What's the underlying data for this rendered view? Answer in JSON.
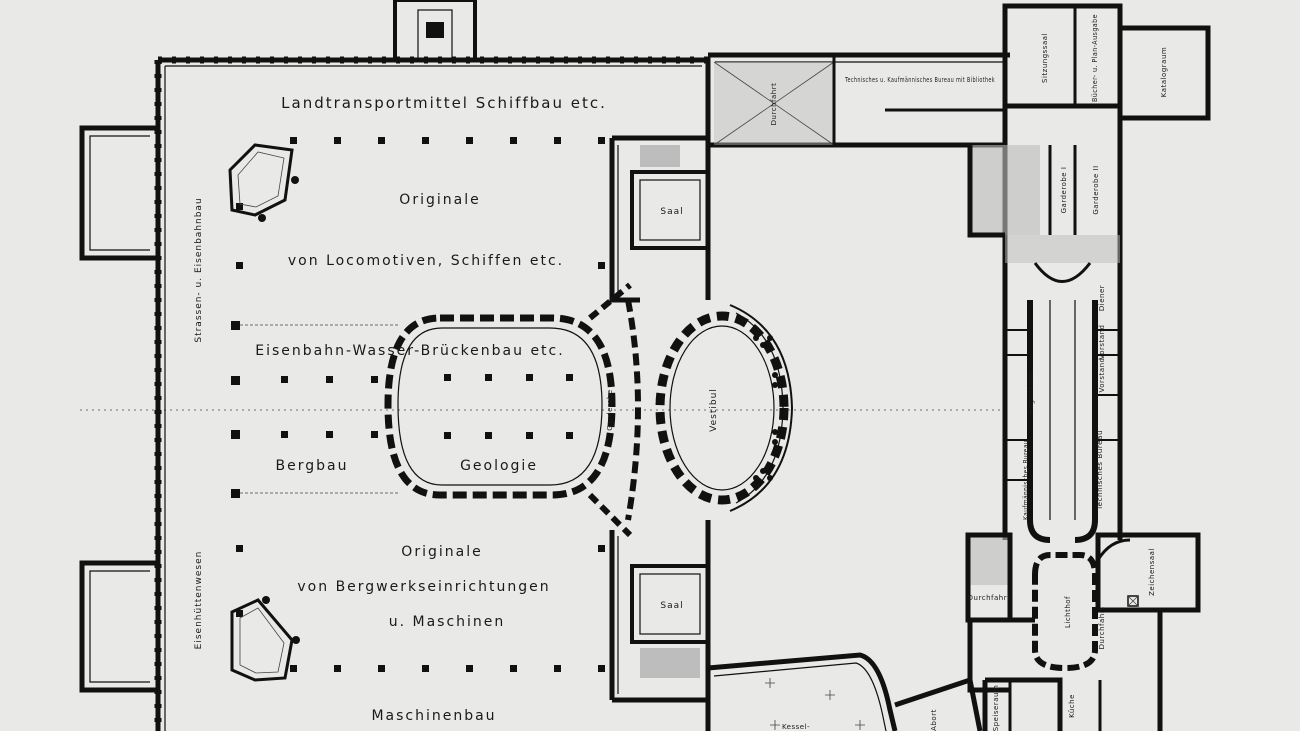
{
  "labels": {
    "landtransport": "Landtransportmittel Schiffbau etc.",
    "originale1": "Originale",
    "locomotiven": "von Locomotiven, Schiffen etc.",
    "eisenbahn": "Eisenbahn-Wasser-Brückenbau etc.",
    "bergbau": "Bergbau",
    "geologie": "Geologie",
    "originale2": "Originale",
    "bergwerk": "von Bergwerkseinrichtungen",
    "maschinen": "u. Maschinen",
    "maschinenbau": "Maschinenbau",
    "strassen": "Strassen- u. Eisenbahnbau",
    "eisenhuetten": "Eisenhüttenwesen",
    "saal1": "Saal",
    "saal2": "Saal",
    "garderobe": "Garderobe",
    "vestibul": "Vestibul",
    "durchfahrt": "Durchfahrt",
    "technisches_buero": "Technisches u. Kaufmännisches Bureau mit Bibliothek",
    "sitzungssaal": "Sitzungssaal",
    "buecher": "Bücher- u. Plan-Ausgabe",
    "katalograum": "Katalograum",
    "garderobe1": "Garderobe I",
    "garderobe2": "Garderobe II",
    "diener": "Diener",
    "vorstand1": "Vorstand",
    "vorstand2": "Vorstand",
    "registratur": "Registratur",
    "kaufm_bureau": "Kaufmännisches Bureau",
    "tech_bureau": "Technisches Bureau",
    "zeichensaal": "Zeichensaal",
    "lichthof": "Lichthof",
    "durchfahrt2": "Durchfahrt",
    "durchfahrt3": "Durchfahrt",
    "kueche": "Küche",
    "speiseraum": "Speiseraum",
    "kessel": "Kessel-",
    "abort": "Abort"
  }
}
